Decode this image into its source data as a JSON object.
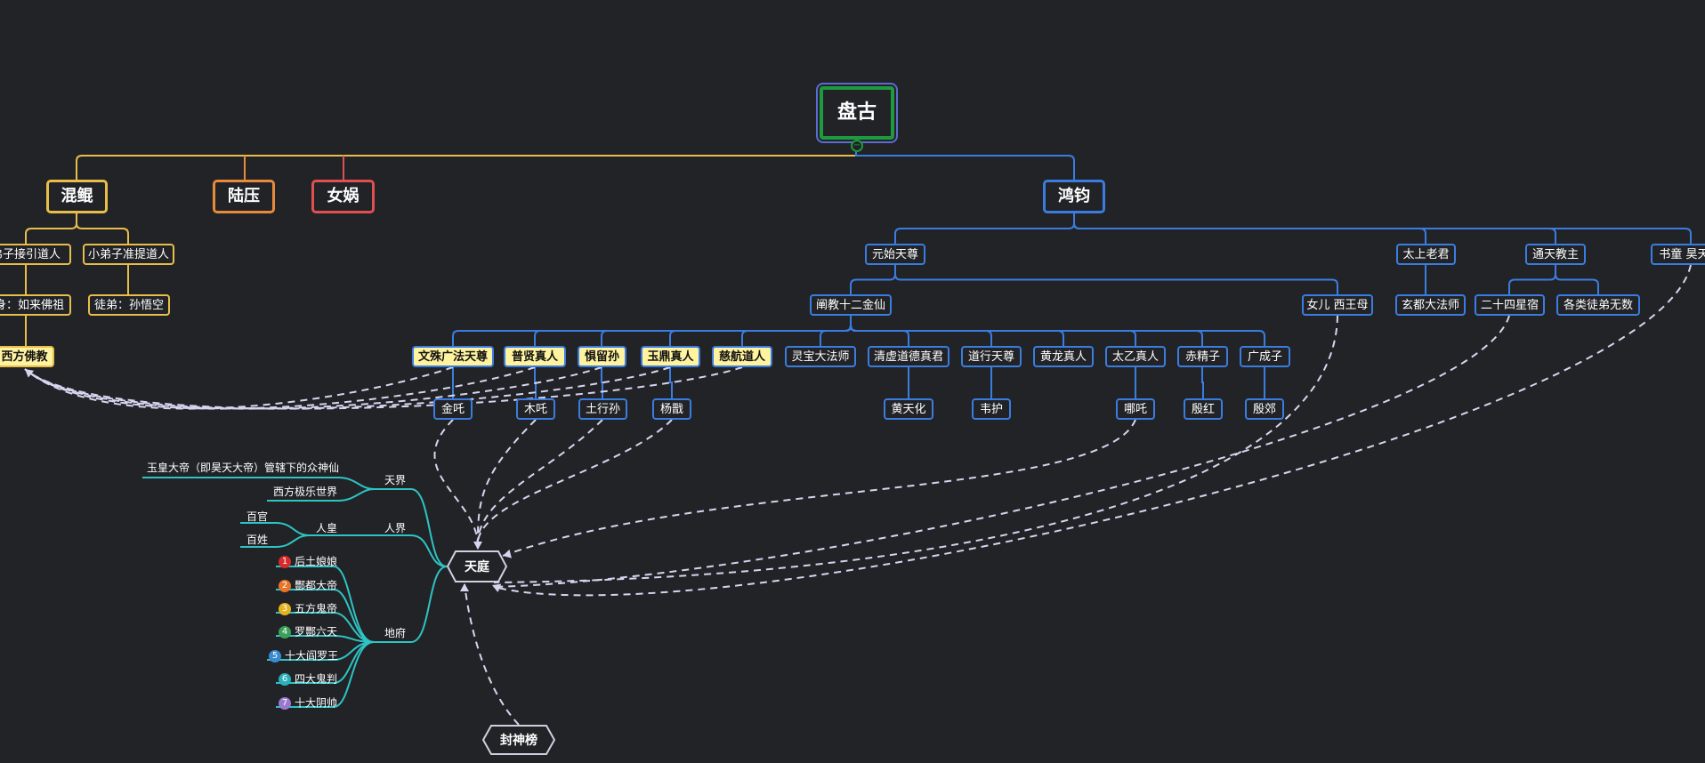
{
  "colors": {
    "background": "#222327",
    "blue": "#3a7de0",
    "gold": "#e8be4a",
    "orange": "#e88a3c",
    "red": "#e05050",
    "green": "#1f9a3e",
    "cyan": "#2ec4c4",
    "dash": "#d8d4f0"
  },
  "root": {
    "label": "盘古"
  },
  "level1": {
    "hunkun": "混鲲",
    "luya": "陆压",
    "nvwa": "女娲",
    "hongjun": "鸿钧"
  },
  "hunkun_branch": {
    "disciple1": "弟子接引道人",
    "disciple2": "小弟子准提道人",
    "sub1": "身：如来佛祖",
    "sub2": "徒弟：孙悟空",
    "west": "西方佛教"
  },
  "hongjun_branch": {
    "yuanshi": "元始天尊",
    "taishang": "太上老君",
    "tongtian": "通天教主",
    "shutong": "书童 昊天",
    "chanjiao": "阐教十二金仙",
    "xiwangmu": "女儿 西王母",
    "xuandu": "玄都大法师",
    "xingxiu": "二十四星宿",
    "tudi": "各类徒弟无数"
  },
  "immortals": [
    {
      "label": "文殊广法天尊",
      "highlight": true
    },
    {
      "label": "普贤真人",
      "highlight": true
    },
    {
      "label": "惧留孙",
      "highlight": true
    },
    {
      "label": "玉鼎真人",
      "highlight": true
    },
    {
      "label": "慈航道人",
      "highlight": true
    },
    {
      "label": "灵宝大法师",
      "highlight": false
    },
    {
      "label": "清虚道德真君",
      "highlight": false
    },
    {
      "label": "道行天尊",
      "highlight": false
    },
    {
      "label": "黄龙真人",
      "highlight": false
    },
    {
      "label": "太乙真人",
      "highlight": false
    },
    {
      "label": "赤精子",
      "highlight": false
    },
    {
      "label": "广成子",
      "highlight": false
    }
  ],
  "disciples": [
    "金吒",
    "木吒",
    "土行孙",
    "杨戬",
    "黄天化",
    "韦护",
    "哪吒",
    "殷红",
    "殷郊"
  ],
  "tianting": {
    "label": "天庭",
    "tianjie": "天界",
    "tianjie_items": [
      "玉皇大帝（即昊天大帝）管辖下的众神仙",
      "西方极乐世界"
    ],
    "renjie": "人界",
    "renhuang": "人皇",
    "renhuang_items": [
      "百官",
      "百姓"
    ],
    "difu": "地府",
    "difu_items": [
      "后土娘娘",
      "酆都大帝",
      "五方鬼帝",
      "罗酆六天",
      "十大阎罗王",
      "四大鬼判",
      "十大阴帅"
    ],
    "difu_colors": [
      "#d92b2b",
      "#e8752a",
      "#e6b21e",
      "#3aa05a",
      "#3a8ad0",
      "#2ab0b8",
      "#9a7ad0"
    ]
  },
  "fengshen": {
    "label": "封神榜"
  }
}
